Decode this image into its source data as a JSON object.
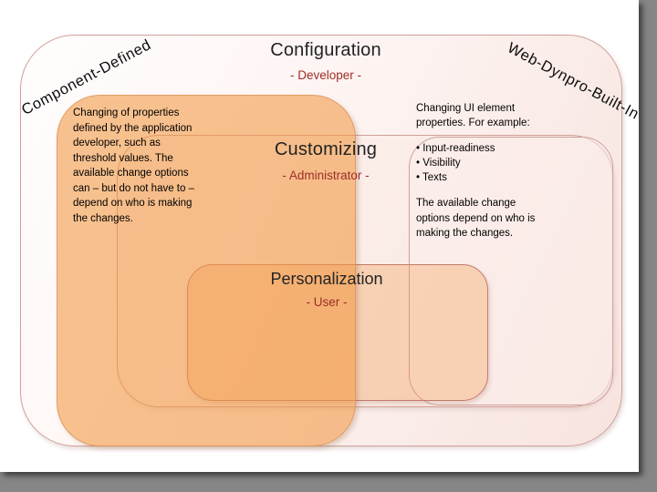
{
  "colors": {
    "accent-red": "#9d2e27",
    "title-dark": "#232323",
    "border-pink": "#cfa09a",
    "orange": "#f2a05a"
  },
  "diagram": {
    "configuration": {
      "title": "Configuration",
      "subtitle": "- Developer -"
    },
    "customizing": {
      "title": "Customizing",
      "subtitle": "- Administrator -"
    },
    "personalization": {
      "title": "Personalization",
      "subtitle": "- User -"
    },
    "left_label": "Component-Defined",
    "right_label": "Web-Dynpro-Built-In",
    "left_text_lines": [
      "Changing of properties",
      "defined by the application",
      "developer, such as",
      "threshold values. The",
      "available change options",
      "can – but do not have to –",
      "depend on who is making",
      "the changes."
    ],
    "right_top_lines": [
      "Changing UI element",
      "properties. For example:"
    ],
    "bullet_items": [
      "Input-readiness",
      "Visibility",
      "Texts"
    ],
    "right_bottom_lines": [
      "The available change",
      "options depend on who is",
      "making the changes."
    ]
  }
}
